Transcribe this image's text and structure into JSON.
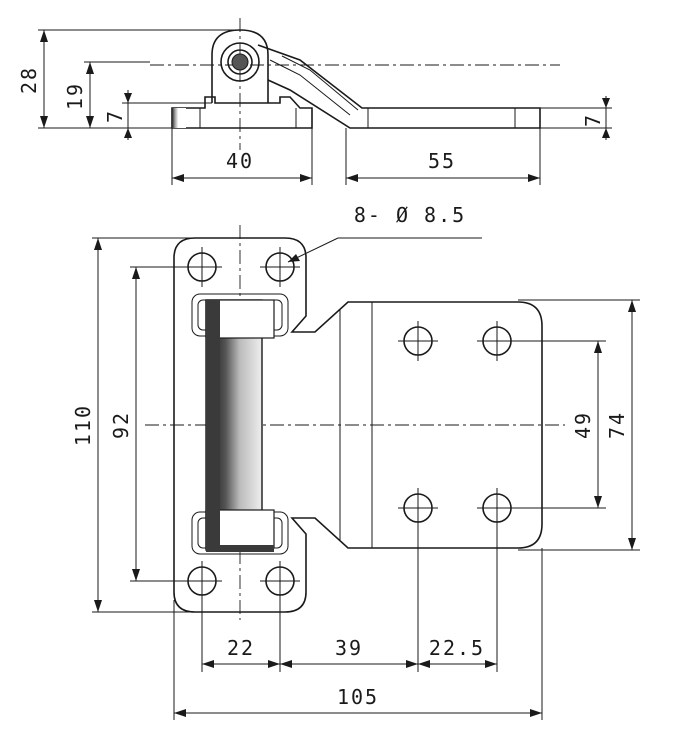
{
  "dimensions": {
    "side_height_total": "28",
    "side_height_pin": "19",
    "side_height_base": "7",
    "side_width_left": "40",
    "side_width_right": "55",
    "side_height_right": "7",
    "hole_callout": "8- Ø 8.5",
    "top_height_total": "110",
    "top_height_holes": "92",
    "right_inner_spacing": "49",
    "right_outer_height": "74",
    "bottom_22": "22",
    "bottom_39": "39",
    "bottom_225": "22.5",
    "total_width": "105"
  },
  "colors": {
    "line": "#1a1a1a",
    "background": "#ffffff"
  }
}
